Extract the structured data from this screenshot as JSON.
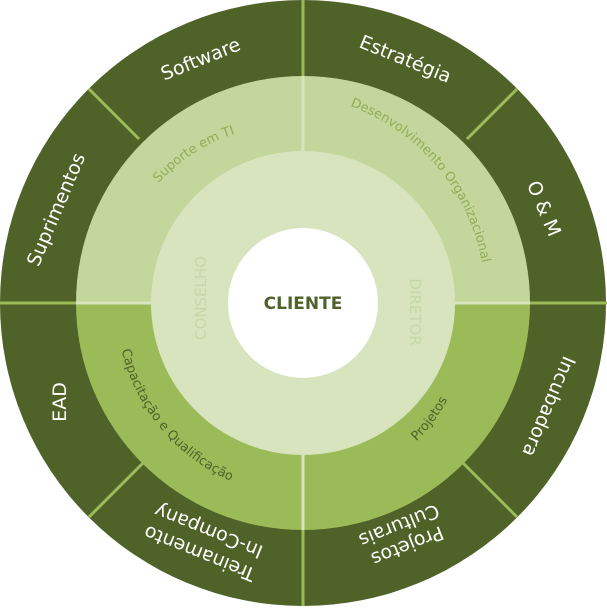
{
  "center": {
    "label": "CLIENTE"
  },
  "inner_ring": {
    "left_label": "CONSELHO",
    "right_label": "DIRETOR"
  },
  "middle_ring": {
    "top_left": "Suporte em TI",
    "top_right": "Desenvolvimento Organizacional",
    "bottom_left": "Capacitação e Qualificação",
    "bottom_right": "Projetos"
  },
  "outer_ring": {
    "segments": [
      "Estratégia",
      "O & M",
      "Incubadora",
      "Projetos Culturais",
      "Treinamento In-Company",
      "EAD",
      "Suprimentos",
      "Software"
    ]
  },
  "colors": {
    "outer": "#4f6228",
    "middle_top": "#c3d69b",
    "middle_bottom": "#9bbb59",
    "inner": "#d7e4bd",
    "center": "#ffffff",
    "divider": "#9bbb59"
  }
}
